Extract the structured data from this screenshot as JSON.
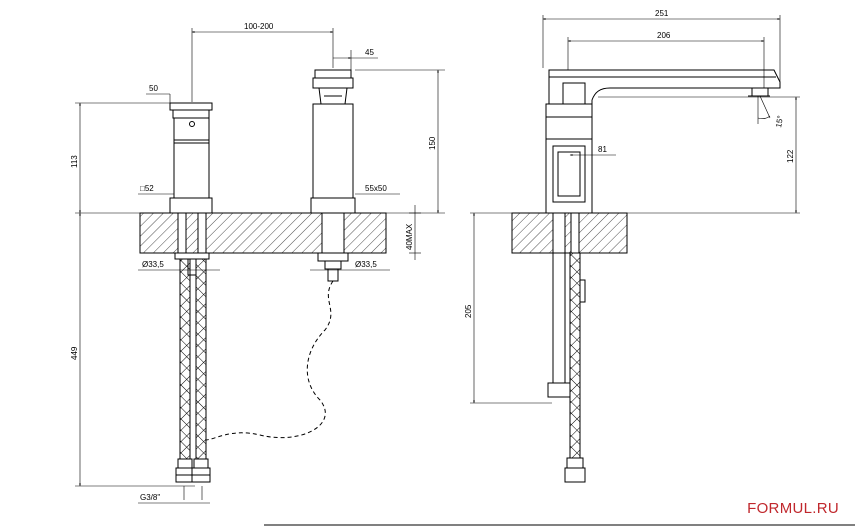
{
  "dimensions": {
    "center_distance": "100-200",
    "spout_depth": "45",
    "handle_width": "50",
    "handle_height": "113",
    "spout_height": "150",
    "handle_base": "□52",
    "spout_base": "55x50",
    "max_thickness": "40MAX",
    "hole_left": "Ø33,5",
    "hole_right": "Ø33,5",
    "hose_length": "449",
    "connection": "G3/8\"",
    "overall_length": "251",
    "spout_reach": "206",
    "body_to_spout": "81",
    "side_height": "122",
    "tail_length": "205",
    "aerator_angle": "15°"
  },
  "brand": {
    "text": "FORMUL.RU",
    "color": "#c0282d"
  }
}
